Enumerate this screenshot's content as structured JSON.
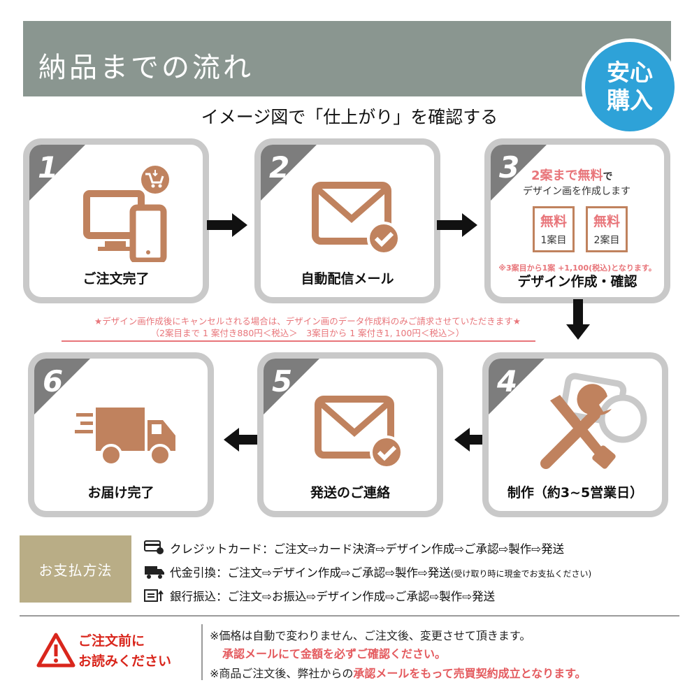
{
  "header": {
    "title": "納品までの流れ",
    "badge_line1": "安心",
    "badge_line2": "購入"
  },
  "subtitle": "イメージ図で「仕上がり」を確認する",
  "colors": {
    "header_bg": "#8a9690",
    "icon_brown": "#c0825e",
    "badge_blue": "#2ea2d8",
    "accent_pink": "#e8757a",
    "pay_gold": "#b9ad86",
    "warn_red": "#d9261c"
  },
  "steps": [
    {
      "number": "1",
      "label": "ご注文完了",
      "icon": "computer-phone-cart-icon"
    },
    {
      "number": "2",
      "label": "自動配信メール",
      "icon": "mail-check-icon"
    },
    {
      "number": "3",
      "label": "デザイン作成・確認",
      "icon": "design-free-icon",
      "free_line1_red": "2案まで無料",
      "free_line1_rest": "で",
      "free_line2": "デザイン画を作成します",
      "stamp_title": "無料",
      "stamp1": "1案目",
      "stamp2": "2案目",
      "extra_note": "※3案目から1案 +1,100(税込)となります。"
    },
    {
      "number": "4",
      "label": "制作（約3~5営業日）",
      "icon": "tools-icon"
    },
    {
      "number": "5",
      "label": "発送のご連絡",
      "icon": "mail-check-icon"
    },
    {
      "number": "6",
      "label": "お届け完了",
      "icon": "delivery-truck-icon"
    }
  ],
  "cancel_notice": {
    "line1": "★デザイン画作成後にキャンセルされる場合は、デザイン画のデータ作成料のみご請求させていただきます★",
    "line2": "（2案目まで 1 案付き880円＜税込＞　3案目から 1 案付き1, 100円＜税込＞）"
  },
  "payment": {
    "label": "お支払方法",
    "rows": [
      {
        "icon": "credit-card-icon",
        "text": "クレジットカード：ご注文⇨カード決済⇨デザイン作成⇨ご承認⇨製作⇨発送",
        "note": ""
      },
      {
        "icon": "cod-truck-icon",
        "text": "代金引換：ご注文⇨デザイン作成⇨ご承認⇨製作⇨発送",
        "note": "(受け取り時に現金でお支払ください)"
      },
      {
        "icon": "bank-transfer-icon",
        "text": "銀行振込：ご注文⇨お振込⇨デザイン作成⇨ご承認⇨製作⇨発送",
        "note": ""
      }
    ]
  },
  "warning": {
    "title_line1": "ご注文前に",
    "title_line2": "お読みください",
    "note1": "※価格は自動で変わりません、ご注文後、変更させて頂きます。",
    "note2": "承認メールにて金額を必ずご確認ください。",
    "note3_pre": "※商品ご注文後、弊社からの",
    "note3_red": "承認メールをもって売買契約成立となります。"
  }
}
